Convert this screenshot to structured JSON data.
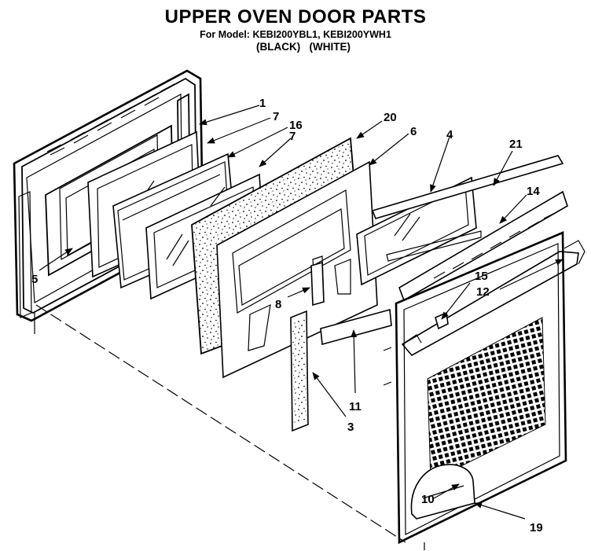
{
  "header": {
    "title": "UPPER OVEN DOOR PARTS",
    "model_line": "For Model: KEBI200YBL1, KEBI200YWH1",
    "color_black": "(BLACK)",
    "color_white": "(WHITE)"
  },
  "callouts": {
    "c1": "1",
    "c7a": "7",
    "c16": "16",
    "c7b": "7",
    "c20": "20",
    "c6": "6",
    "c4": "4",
    "c21": "21",
    "c14": "14",
    "c5": "5",
    "c8": "8",
    "c15": "15",
    "c12": "12",
    "c11": "11",
    "c3": "3",
    "c10": "10",
    "c19": "19"
  }
}
